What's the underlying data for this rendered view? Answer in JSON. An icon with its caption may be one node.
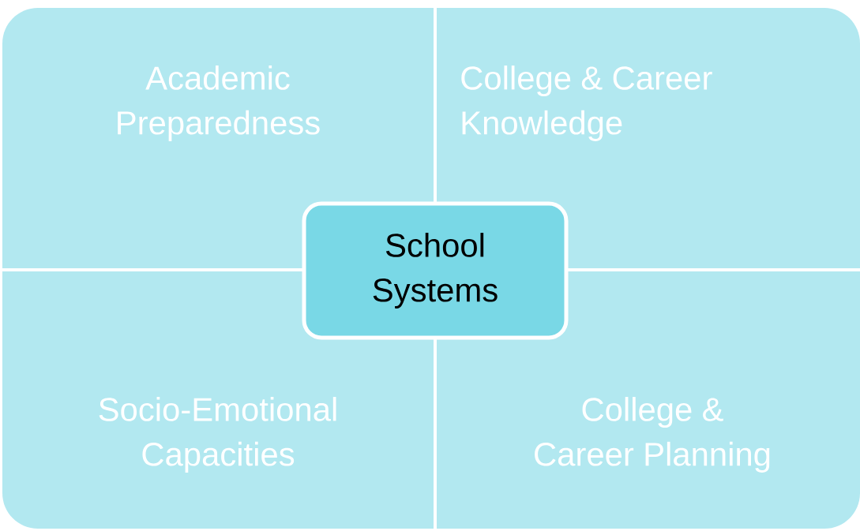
{
  "diagram": {
    "nodes": [
      {
        "text": [
          "Academic Preparedness"
        ]
      },
      {
        "text": [
          "College & Career Knowledge"
        ]
      },
      {
        "text": [
          "School Systems"
        ]
      },
      {
        "text": [
          "Socio-Emotional Capacities"
        ]
      },
      {
        "text": [
          "College & Career Planning"
        ]
      }
    ]
  }
}
